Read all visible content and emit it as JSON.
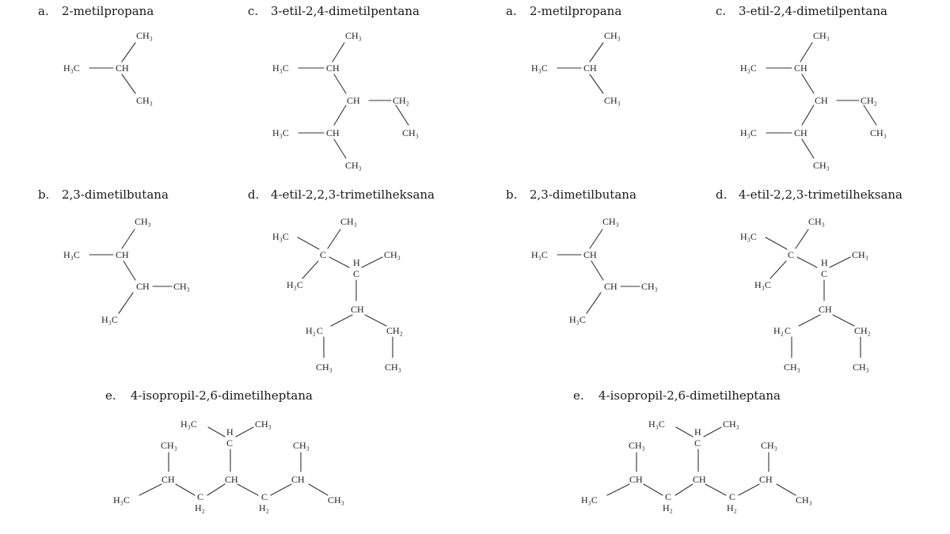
{
  "colors": {
    "background": "#ffffff",
    "text": "#1a1a1a",
    "bond": "#333333"
  },
  "molecules": {
    "a": {
      "letter": "a.",
      "name": "2-metilpropana"
    },
    "b": {
      "letter": "b.",
      "name": "2,3-dimetilbutana"
    },
    "c": {
      "letter": "c.",
      "name": "3-etil-2,4-dimetilpentana"
    },
    "d": {
      "letter": "d.",
      "name": "4-etil-2,2,3-trimetilheksana"
    },
    "e": {
      "letter": "e.",
      "name": "4-isopropil-2,6-dimetilheptana"
    }
  },
  "groups": {
    "CH3_top": "CH₃",
    "CH3_bottom": "CH₃",
    "CH3_right": "CH₃",
    "H3C": "H₃C",
    "CH": "CH",
    "CH2": "CH₂",
    "C": "C",
    "H": "H",
    "H2": "H₂"
  }
}
